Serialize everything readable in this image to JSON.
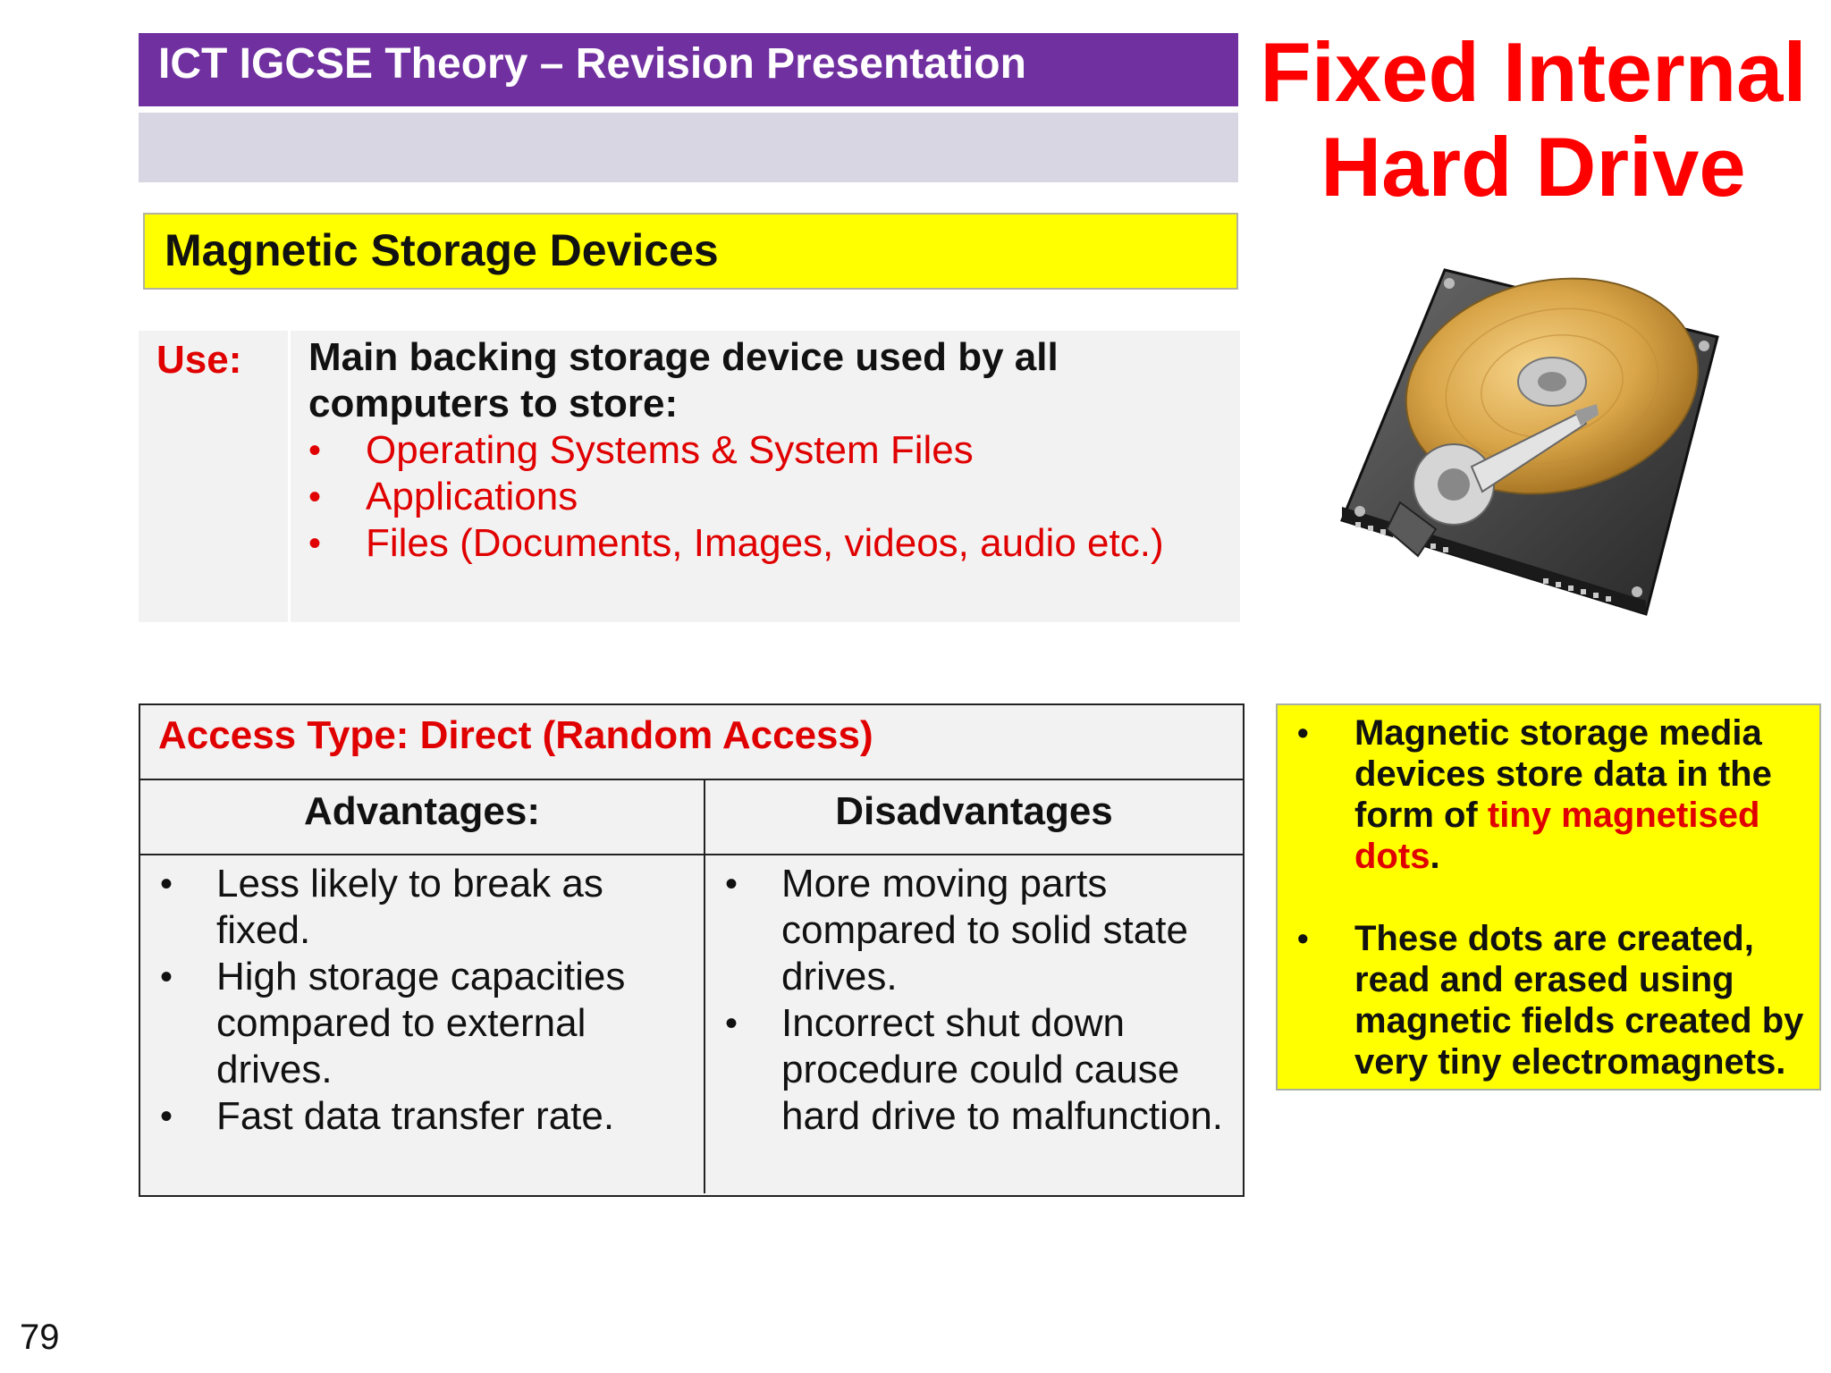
{
  "header": {
    "title": "ICT IGCSE Theory – Revision Presentation"
  },
  "main_title": {
    "line1": "Fixed Internal",
    "line2": "Hard Drive"
  },
  "section": {
    "title": "Magnetic Storage Devices"
  },
  "use": {
    "label": "Use:",
    "lead": "Main backing storage device used by all computers to store:",
    "items": [
      "Operating Systems & System Files",
      "Applications",
      "Files (Documents, Images, videos, audio etc.)"
    ]
  },
  "access": {
    "title": "Access Type: Direct (Random Access)",
    "advantages_header": "Advantages:",
    "disadvantages_header": "Disadvantages",
    "advantages": [
      "Less likely to break as fixed.",
      "High storage capacities compared to external drives.",
      "Fast data transfer rate."
    ],
    "disadvantages": [
      "More moving parts compared to solid state drives.",
      "Incorrect shut down procedure could cause hard drive to malfunction."
    ]
  },
  "note": {
    "item1_part1": "Magnetic storage media devices store data in the form of ",
    "item1_highlight": "tiny magnetised dots",
    "item1_part2": ".",
    "item2": "These dots are created, read and erased using magnetic fields created by very tiny electromagnets."
  },
  "icons": {
    "hard_drive": "hard-drive-image"
  },
  "colors": {
    "header_bg": "#7030a0",
    "accent_red": "#ff0000",
    "highlight_yellow": "#ffff00"
  },
  "page": {
    "number": "79"
  }
}
